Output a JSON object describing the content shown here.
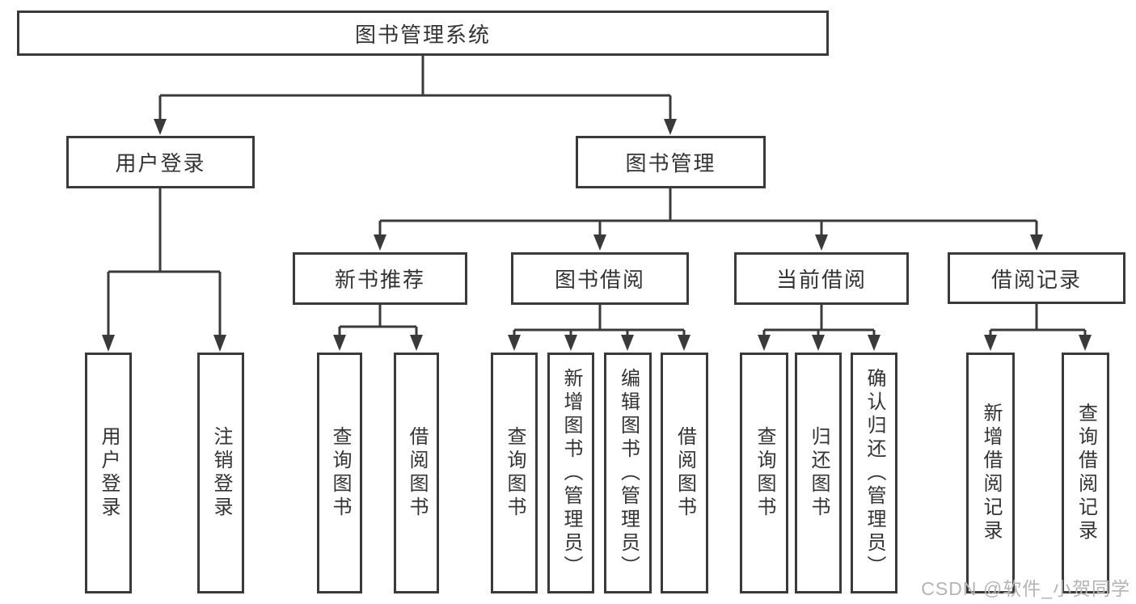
{
  "diagram_type": "hierarchy-tree",
  "colors": {
    "line": "#3a3a3a",
    "border": "#3a3a3a",
    "text": "#333333",
    "background": "#ffffff",
    "watermark": "#b4b4b4"
  },
  "tree": {
    "label": "图书管理系统",
    "children": [
      {
        "label": "用户登录",
        "children": [
          {
            "label": "用户登录"
          },
          {
            "label": "注销登录"
          }
        ]
      },
      {
        "label": "图书管理",
        "children": [
          {
            "label": "新书推荐",
            "children": [
              {
                "label": "查询图书"
              },
              {
                "label": "借阅图书"
              }
            ]
          },
          {
            "label": "图书借阅",
            "children": [
              {
                "label": "查询图书"
              },
              {
                "label": "新增图书（管理员）"
              },
              {
                "label": "编辑图书（管理员）"
              },
              {
                "label": "借阅图书"
              }
            ]
          },
          {
            "label": "当前借阅",
            "children": [
              {
                "label": "查询图书"
              },
              {
                "label": "归还图书"
              },
              {
                "label": "确认归还（管理员）"
              }
            ]
          },
          {
            "label": "借阅记录",
            "children": [
              {
                "label": "新增借阅记录"
              },
              {
                "label": "查询借阅记录"
              }
            ]
          }
        ]
      }
    ]
  },
  "watermark": "CSDN @软件_小贺同学"
}
